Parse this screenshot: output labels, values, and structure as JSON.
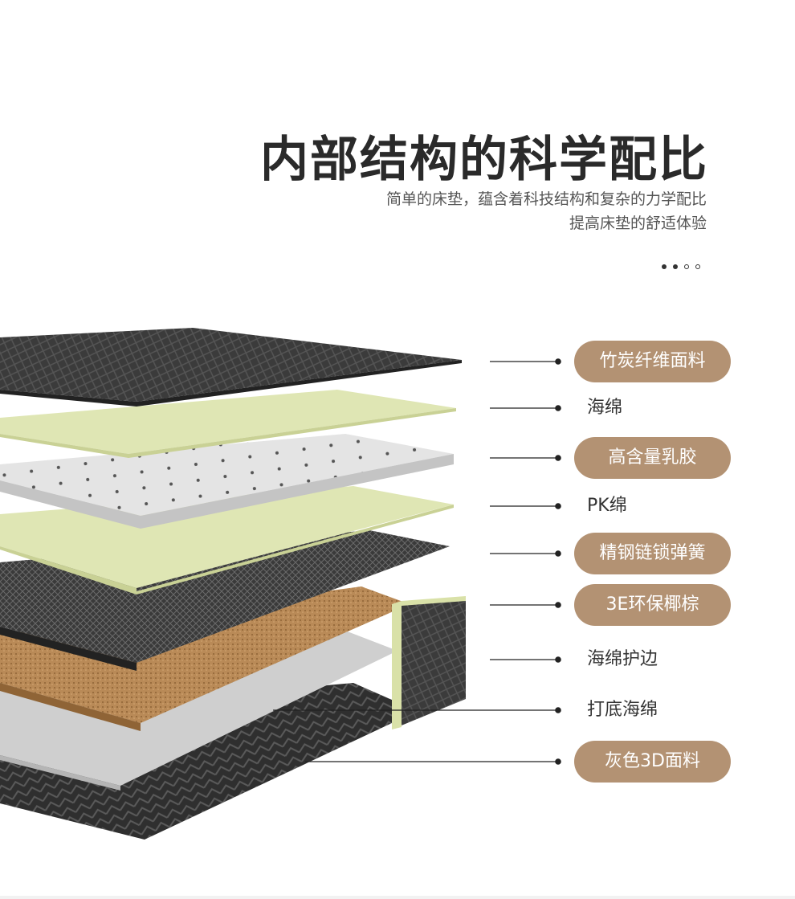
{
  "header": {
    "title": "内部结构的科学配比",
    "subtitle_line1": "简单的床垫，蕴含着科技结构和复杂的力学配比",
    "subtitle_line2": "提高床垫的舒适体验"
  },
  "carousel_dots": [
    "filled",
    "filled",
    "hollow",
    "hollow"
  ],
  "layers": [
    {
      "label": "竹炭纤维面料",
      "style": "pill"
    },
    {
      "label": "海绵",
      "style": "plain"
    },
    {
      "label": "高含量乳胶",
      "style": "pill"
    },
    {
      "label": "PK绵",
      "style": "plain"
    },
    {
      "label": "精钢链锁弹簧",
      "style": "pill"
    },
    {
      "label": "3E环保椰棕",
      "style": "pill"
    },
    {
      "label": "海绵护边",
      "style": "plain"
    },
    {
      "label": "打底海绵",
      "style": "plain"
    },
    {
      "label": "灰色3D面料",
      "style": "pill"
    }
  ],
  "colors": {
    "pill": "#b39273",
    "foam": "#dfe6b4",
    "latex": "#e6e6e6",
    "fabric": "#3a3a3a",
    "coir": "#b98a57"
  }
}
